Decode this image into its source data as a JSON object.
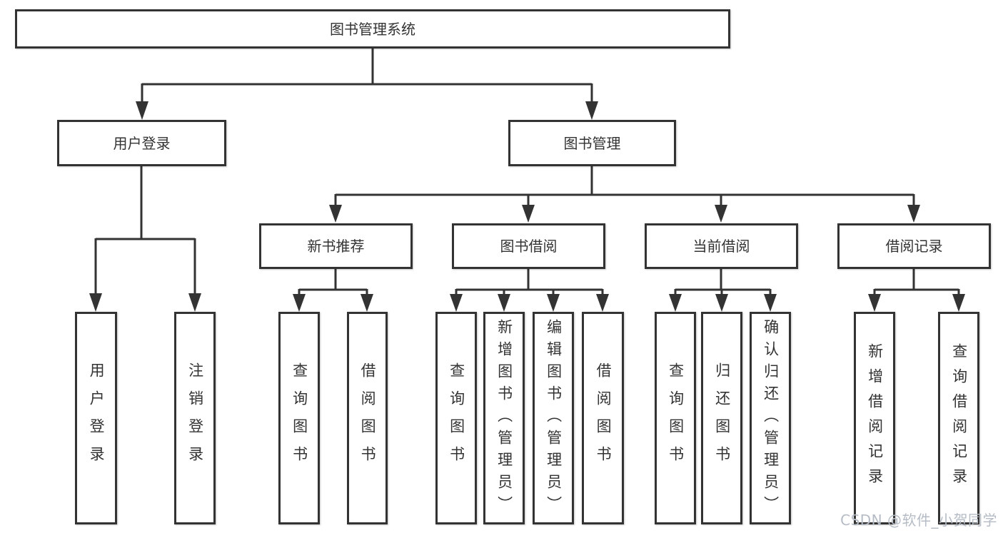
{
  "diagram": {
    "root": {
      "label": "图书管理系统"
    },
    "branches": [
      {
        "label": "用户登录",
        "children": [
          {
            "label": "用户登录"
          },
          {
            "label": "注销登录"
          }
        ]
      },
      {
        "label": "图书管理",
        "sections": [
          {
            "label": "新书推荐",
            "children": [
              {
                "label": "查询图书"
              },
              {
                "label": "借阅图书"
              }
            ]
          },
          {
            "label": "图书借阅",
            "children": [
              {
                "label": "查询图书"
              },
              {
                "label": "新增图书（管理员）"
              },
              {
                "label": "编辑图书（管理员）"
              },
              {
                "label": "借阅图书"
              }
            ]
          },
          {
            "label": "当前借阅",
            "children": [
              {
                "label": "查询图书"
              },
              {
                "label": "归还图书"
              },
              {
                "label": "确认归还（管理员）"
              }
            ]
          },
          {
            "label": "借阅记录",
            "children": [
              {
                "label": "新增借阅记录"
              },
              {
                "label": "查询借阅记录"
              }
            ]
          }
        ]
      }
    ]
  },
  "watermark": {
    "text": "CSDN @软件_小贺同学"
  },
  "colors": {
    "line": "#333333",
    "box_border": "#333333",
    "box_fill": "#ffffff",
    "text": "#333333",
    "watermark": "#b6bcc6",
    "background": "#ffffff"
  }
}
